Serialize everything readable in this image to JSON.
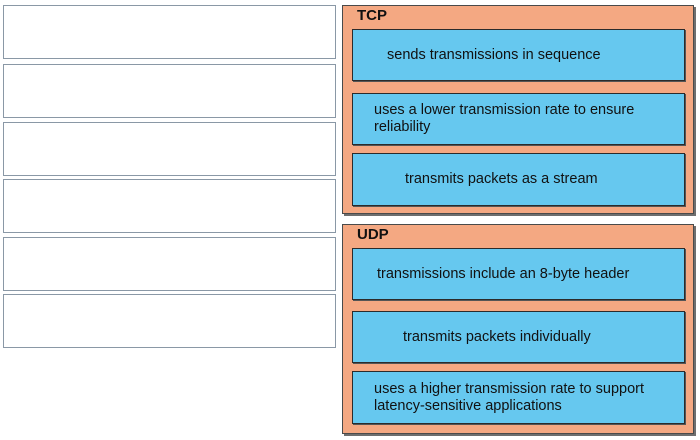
{
  "colors": {
    "group_fill": "#f4a882",
    "item_fill": "#66c8ef",
    "slot_border": "#8a98a6"
  },
  "answer_slots": [
    "",
    "",
    "",
    "",
    "",
    ""
  ],
  "groups": [
    {
      "title": "TCP",
      "items": [
        "sends transmissions in sequence",
        "uses a lower transmission rate to ensure reliability",
        "transmits packets as a stream"
      ]
    },
    {
      "title": "UDP",
      "items": [
        "transmissions include an 8-byte header",
        "transmits packets individually",
        "uses a higher transmission rate to support latency-sensitive applications"
      ]
    }
  ]
}
